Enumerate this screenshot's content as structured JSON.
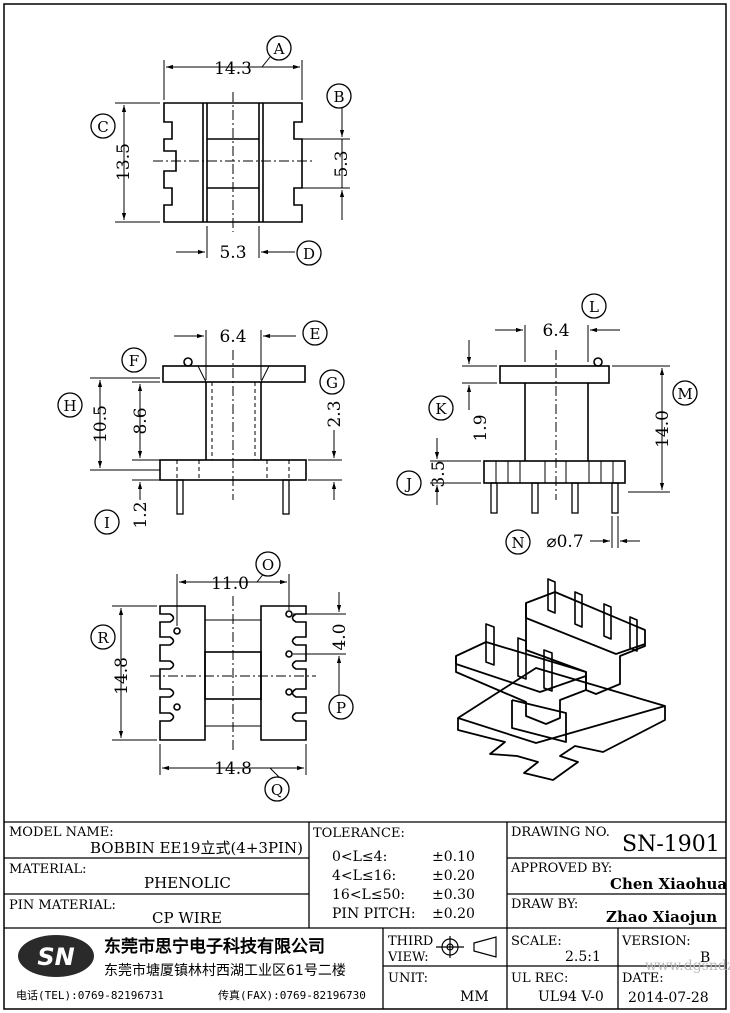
{
  "dims": {
    "a": "14.3",
    "b": "5.3",
    "c": "13.5",
    "d": "5.3",
    "e": "6.4",
    "g": "2.3",
    "h": "10.5",
    "f86": "8.6",
    "i": "1.2",
    "l": "6.4",
    "m": "14.0",
    "k": "1.9",
    "j": "3.5",
    "n": "⌀0.7",
    "o": "11.0",
    "p": "4.0",
    "r": "14.8",
    "q": "14.8"
  },
  "balloons": {
    "A": "A",
    "B": "B",
    "C": "C",
    "D": "D",
    "E": "E",
    "F": "F",
    "G": "G",
    "H": "H",
    "I": "I",
    "J": "J",
    "K": "K",
    "L": "L",
    "M": "M",
    "N": "N",
    "O": "O",
    "P": "P",
    "Q": "Q",
    "R": "R"
  },
  "title_block": {
    "model_name_label": "MODEL NAME:",
    "model_name": "BOBBIN EE19立式(4+3PIN)",
    "material_label": "MATERIAL:",
    "material": "PHENOLIC",
    "pin_material_label": "PIN MATERIAL:",
    "pin_material": "CP WIRE",
    "tolerance_label": "TOLERANCE:",
    "tolerances": [
      {
        "range": "0<L≤4:",
        "value": "±0.10"
      },
      {
        "range": "4<L≤16:",
        "value": "±0.20"
      },
      {
        "range": "16<L≤50:",
        "value": "±0.30"
      },
      {
        "range": "PIN PITCH:",
        "value": "±0.20"
      }
    ],
    "drawing_no_label": "DRAWING NO.",
    "drawing_no": "SN-1901",
    "approved_label": "APPROVED BY:",
    "approved_by": "Chen Xiaohua",
    "draw_label": "DRAW BY:",
    "draw_by": "Zhao Xiaojun",
    "third_view_label_1": "THIRD",
    "third_view_label_2": "VIEW:",
    "unit_label": "UNIT:",
    "unit": "MM",
    "scale_label": "SCALE:",
    "scale": "2.5:1",
    "version_label": "VERSION:",
    "version": "B",
    "ul_label": "UL REC:",
    "ul": "UL94 V-0",
    "date_label": "DATE:",
    "date": "2014-07-28"
  },
  "company": {
    "logo": "SN",
    "name": "东莞市思宁电子科技有限公司",
    "address": "东莞市塘厦镇林村西湖工业区61号二楼",
    "tel": "电话(TEL):0769-82196731",
    "fax": "传真(FAX):0769-82196730"
  },
  "watermark": "www.dgsndz.com"
}
